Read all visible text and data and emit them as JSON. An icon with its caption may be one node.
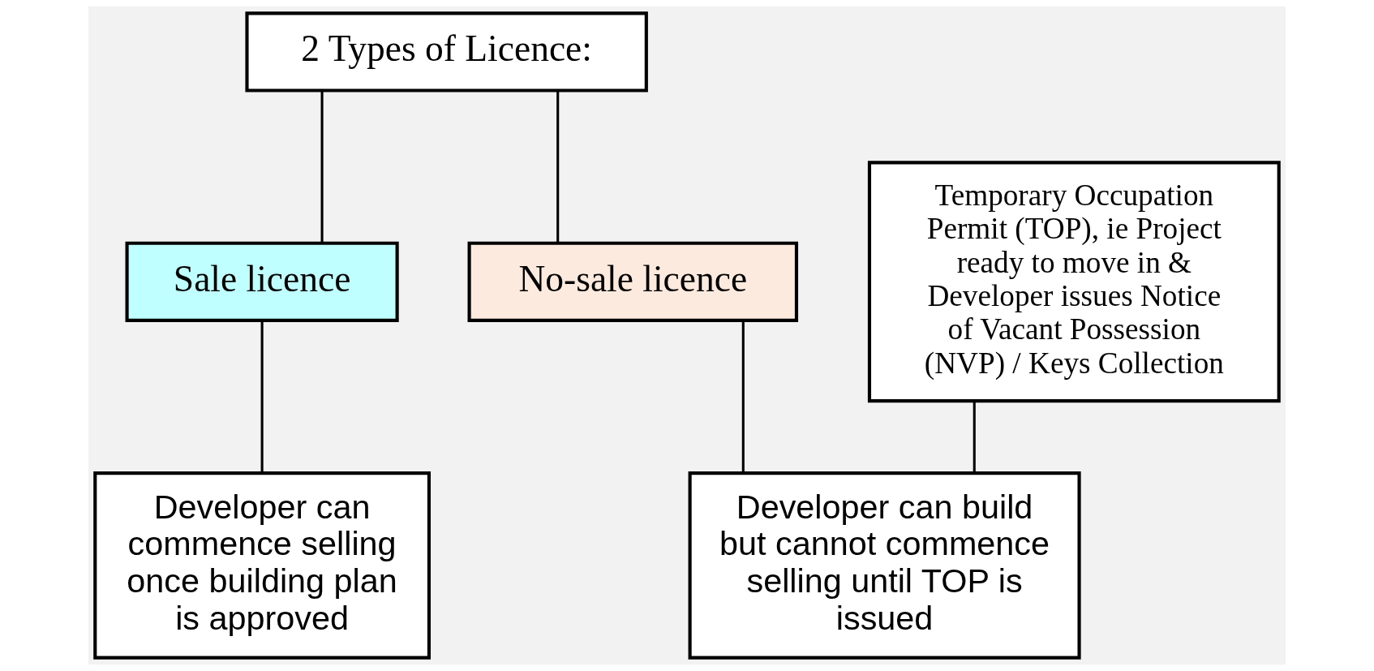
{
  "diagram": {
    "nodes": [
      {
        "text": [
          "2 Types of Licence:"
        ]
      },
      {
        "text": [
          "Sale licence"
        ]
      },
      {
        "text": [
          "No-sale licence"
        ]
      },
      {
        "text": [
          "Developer can commence selling once building plan is approved"
        ]
      },
      {
        "text": [
          "Developer can build but cannot commence selling until TOP is issued"
        ]
      },
      {
        "text": [
          "Temporary Occupation Permit (TOP), ie Project ready to move in & Developer issues Notice of Vacant Possession (NVP) / Keys Collection"
        ]
      }
    ],
    "edges": [
      {
        "from": 0,
        "to": 1,
        "arrow": "none"
      },
      {
        "from": 0,
        "to": 2,
        "arrow": "none"
      },
      {
        "from": 1,
        "to": 3,
        "arrow": "none"
      },
      {
        "from": 2,
        "to": 4,
        "arrow": "none"
      },
      {
        "from": 5,
        "to": 4,
        "arrow": "none"
      }
    ]
  }
}
